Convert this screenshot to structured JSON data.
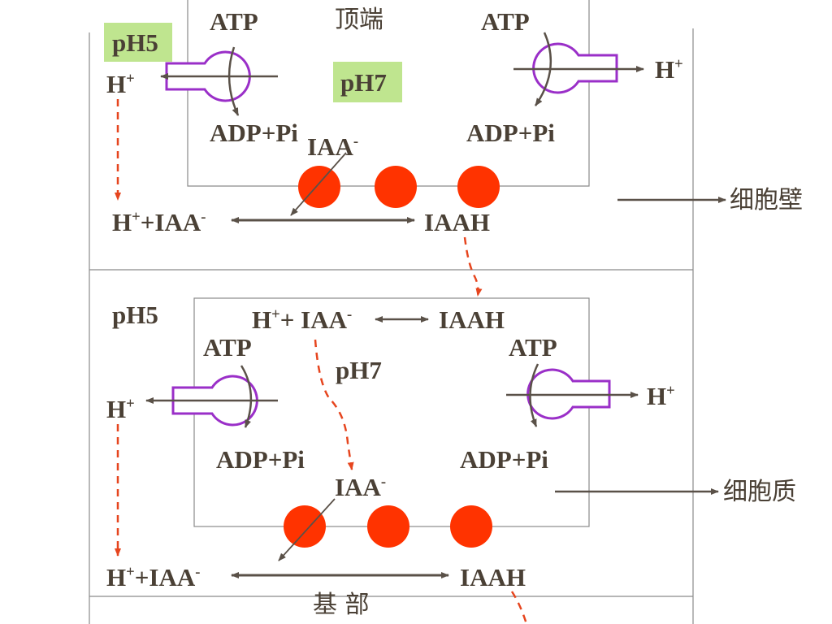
{
  "colors": {
    "line": "#8a8a8a",
    "text": "#4a4035",
    "arrow": "#5a5148",
    "pump": "#9a2fc8",
    "dash": "#e6451e",
    "circle": "#ff3300",
    "highlight": "#bfe58f"
  },
  "top_cell": {
    "title": "顶端",
    "ph_outside": "pH5",
    "ph_inside": "pH7",
    "pump_left": {
      "atp": "ATP",
      "adp": "ADP+Pi",
      "ion": "H",
      "ion_sup": "+"
    },
    "pump_right": {
      "atp": "ATP",
      "adp": "ADP+Pi",
      "ion": "H",
      "ion_sup": "+"
    },
    "iaa_label": {
      "text": "IAA",
      "sup": "-"
    },
    "equilibrium_left": {
      "h": "H",
      "h_sup": "+",
      "iaa": "+IAA",
      "iaa_sup": "-"
    },
    "equilibrium_right": "IAAH"
  },
  "bottom_cell": {
    "ph_outside": "pH5",
    "ph_inside": "pH7",
    "equilibrium_inner": {
      "h": "H",
      "h_sup": "+",
      "iaa": "+ IAA",
      "iaa_sup": "-",
      "right": "IAAH"
    },
    "pump_left": {
      "atp": "ATP",
      "adp": "ADP+Pi",
      "ion": "H",
      "ion_sup": "+"
    },
    "pump_right": {
      "atp": "ATP",
      "adp": "ADP+Pi",
      "ion": "H",
      "ion_sup": "+"
    },
    "iaa_label": {
      "text": "IAA",
      "sup": "-"
    },
    "equilibrium_left": {
      "h": "H",
      "h_sup": "+",
      "iaa": "+IAA",
      "iaa_sup": "-"
    },
    "equilibrium_right": "IAAH",
    "base_title": "基 部"
  },
  "legend": {
    "cell_wall": "细胞壁",
    "cytoplasm": "细胞质"
  }
}
